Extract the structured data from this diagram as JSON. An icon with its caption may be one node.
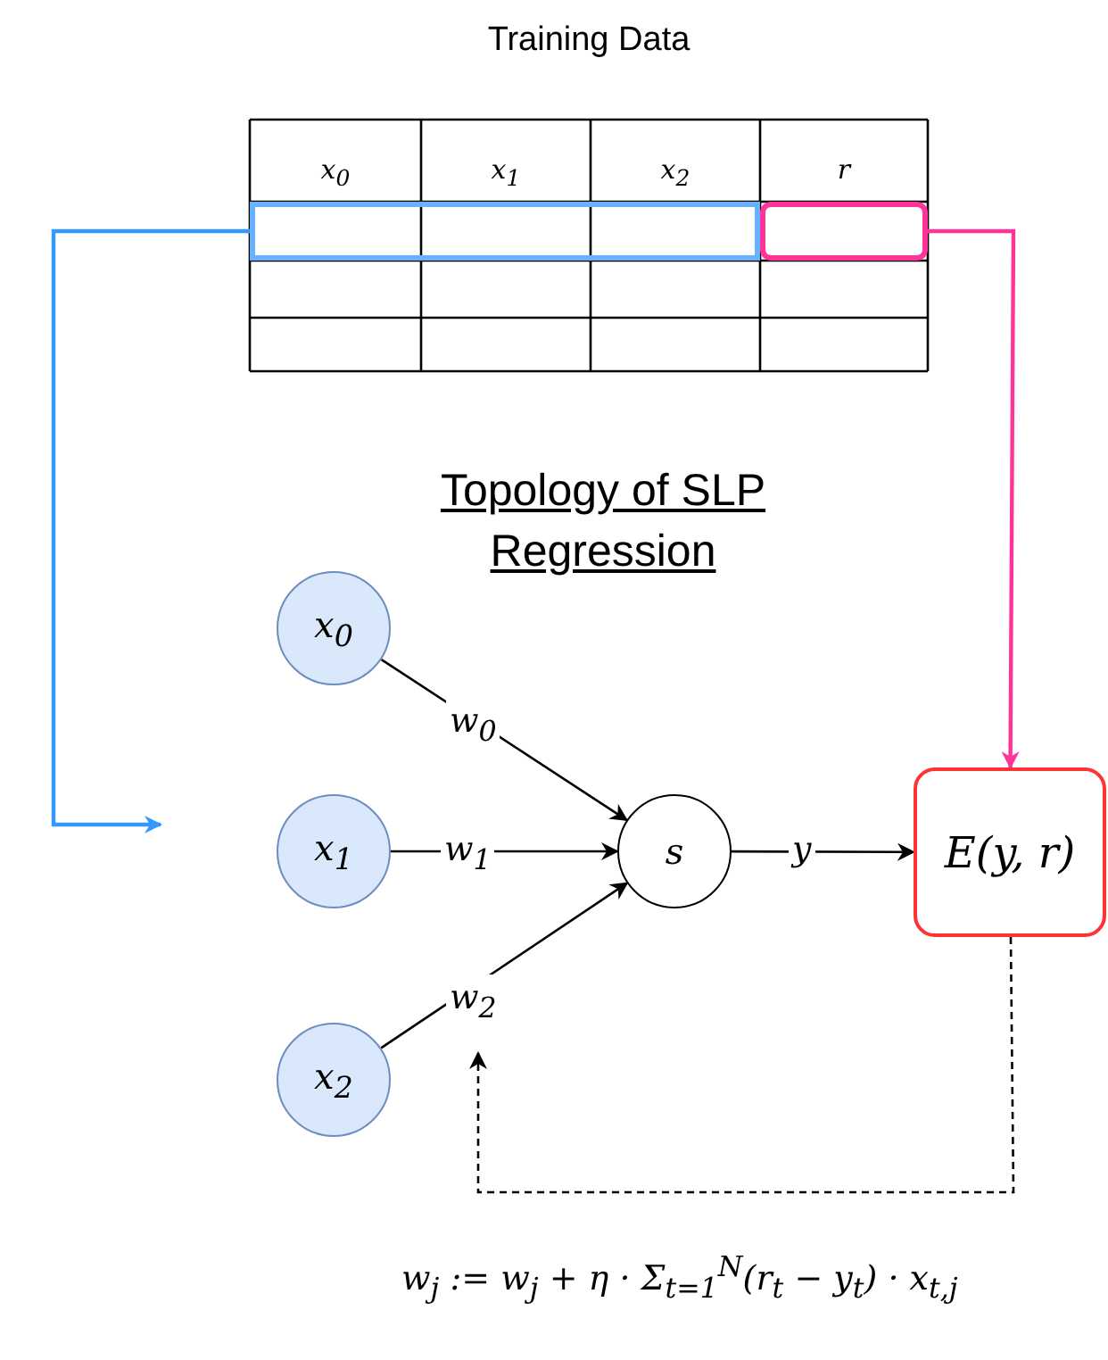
{
  "diagram": {
    "title": "Training Data",
    "nodes": [
      {
        "text": [],
        "shape": "bar"
      },
      {
        "text": [],
        "shape": "box"
      },
      {
        "text": [
          "x$_{0}$"
        ]
      },
      {
        "text": [
          "x$_{1}$"
        ]
      },
      {
        "text": [
          "x$_{2}$"
        ]
      },
      {
        "text": [
          "s"
        ]
      },
      {
        "text": [
          "E(y, r)"
        ]
      }
    ],
    "edges": [
      {
        "from": 0,
        "to": null,
        "arrow": "to",
        "color": "#3399ff"
      },
      {
        "from": 1,
        "to": 6,
        "arrow": "to",
        "color": "#ff3399"
      },
      {
        "from": 2,
        "to": 5,
        "arrow": "to",
        "label": "w$_{0}$"
      },
      {
        "from": 3,
        "to": 5,
        "arrow": "to",
        "label": "w$_{1}$"
      },
      {
        "from": 4,
        "to": 5,
        "arrow": "to",
        "label": "w$_{2}$"
      },
      {
        "from": 5,
        "to": 6,
        "arrow": "to",
        "label": "y"
      },
      {
        "from": 6,
        "to": null,
        "arrow": "to",
        "style": "dashed"
      }
    ],
    "labels": [
      "x$_{0}$",
      "x$_{1}$",
      "x$_{2}$",
      "r",
      "Topology of SLP Regression",
      "w$_{j}$ := w$_{j}$ + η · Σ$_{t=1}$$^{N}$(r$_{t}$ − y$_{t}$) · x$_{t,j}$"
    ]
  }
}
